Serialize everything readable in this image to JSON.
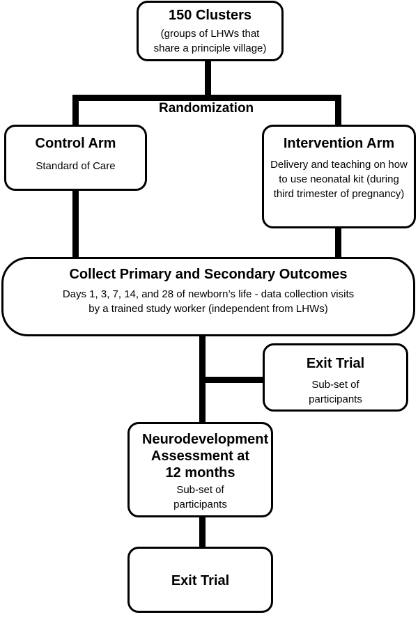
{
  "clusters": {
    "title": "150 Clusters",
    "body": "(groups of LHWs that share a principle village)"
  },
  "randomization_label": "Randomization",
  "control_arm": {
    "title": "Control Arm",
    "body": "Standard of Care"
  },
  "intervention_arm": {
    "title": "Intervention Arm",
    "body": "Delivery and teaching on how to use neonatal kit (during third trimester of pregnancy)"
  },
  "outcomes": {
    "title": "Collect Primary and Secondary Outcomes",
    "body": "Days 1, 3, 7, 14, and 28 of newborn’s life - data collection visits by a trained study worker (independent from LHWs)"
  },
  "exit_trial_side": {
    "title": "Exit Trial",
    "body": "Sub-set of participants"
  },
  "neuro": {
    "title": "Neurodevelopment Assessment at 12 months",
    "body": "Sub-set of participants"
  },
  "exit_trial_final": {
    "title": "Exit Trial"
  }
}
